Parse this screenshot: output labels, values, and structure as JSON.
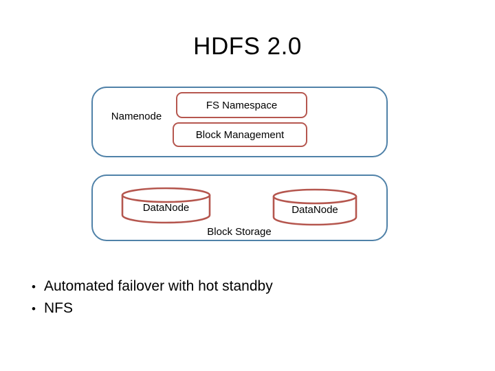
{
  "slide": {
    "title": "HDFS 2.0",
    "background_color": "#ffffff",
    "text_color": "#000000"
  },
  "colors": {
    "container_border": "#4f81a8",
    "component_border": "#b5564e",
    "cylinder_stroke": "#b5564e",
    "fill": "#ffffff"
  },
  "diagram": {
    "namenode": {
      "label": "Namenode",
      "components": [
        {
          "label": "FS Namespace"
        },
        {
          "label": "Block Management"
        }
      ]
    },
    "block_storage": {
      "label": "Block Storage",
      "datanodes": [
        {
          "label": "DataNode"
        },
        {
          "label": "DataNode"
        }
      ]
    }
  },
  "bullets": [
    {
      "marker": "•",
      "text": "Automated failover with hot standby"
    },
    {
      "marker": "•",
      "text": "NFS"
    }
  ]
}
